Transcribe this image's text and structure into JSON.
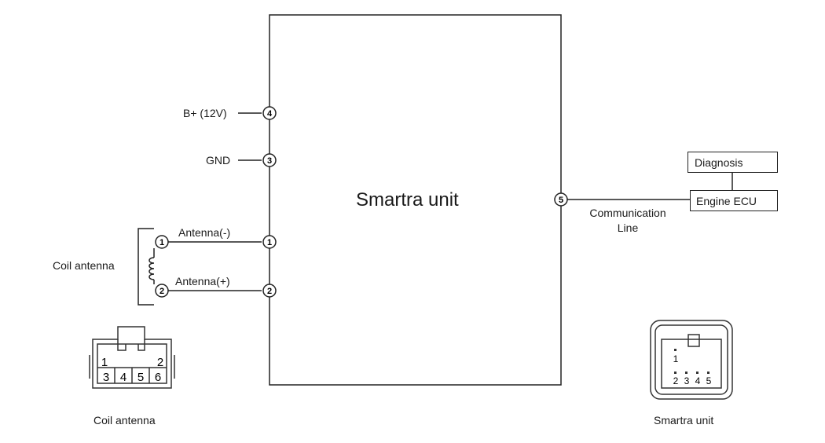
{
  "main_unit": {
    "title": "Smartra unit"
  },
  "power": {
    "b_plus": "B+ (12V)",
    "gnd": "GND",
    "b_plus_pin": "4",
    "gnd_pin": "3"
  },
  "antenna": {
    "label": "Coil antenna",
    "minus_label": "Antenna(-)",
    "plus_label": "Antenna(+)",
    "coil_pin_1": "1",
    "coil_pin_2": "2",
    "unit_pin_1": "1",
    "unit_pin_2": "2"
  },
  "comm": {
    "pin": "5",
    "line1": "Communication",
    "line2": "Line"
  },
  "ecu": {
    "engine": "Engine ECU",
    "diagnosis": "Diagnosis"
  },
  "coil_connector": {
    "caption": "Coil antenna",
    "row1": [
      "1",
      "2"
    ],
    "row2": [
      "3",
      "4",
      "5",
      "6"
    ]
  },
  "smartra_connector": {
    "caption": "Smartra unit",
    "row1": [
      "1"
    ],
    "row2": [
      "2",
      "3",
      "4",
      "5"
    ]
  }
}
